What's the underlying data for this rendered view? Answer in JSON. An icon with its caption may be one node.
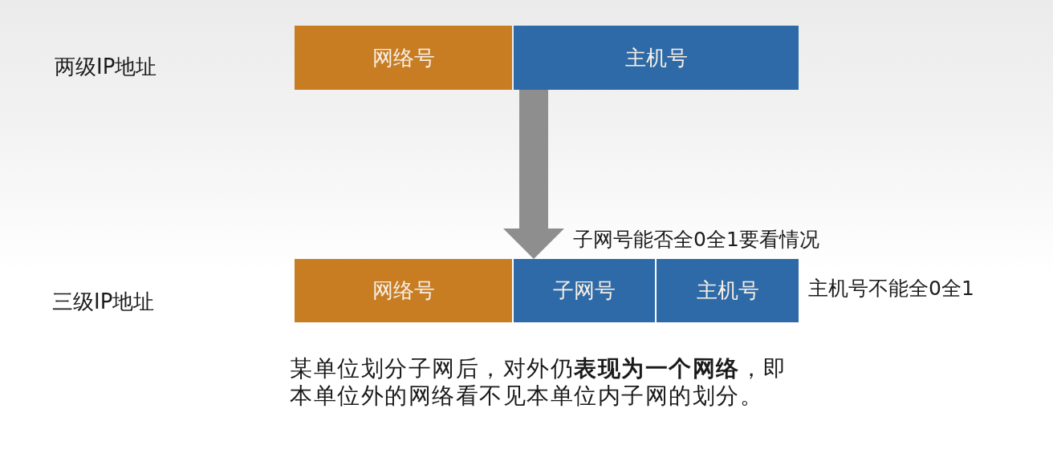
{
  "diagram": {
    "nodes": [
      {
        "text": [
          "网络号"
        ]
      },
      {
        "text": [
          "主机号"
        ]
      },
      {
        "text": [
          "网络号"
        ]
      },
      {
        "text": [
          "子网号"
        ],
        "beside": [
          "子网号能否全0全1要看情况"
        ]
      },
      {
        "text": [
          "主机号"
        ],
        "beside": [
          "主机号不能全0全1"
        ]
      }
    ],
    "edges": [
      {
        "from": 1,
        "to": 3,
        "arrow": "to"
      }
    ],
    "labels": [
      "两级IP地址",
      "三级IP地址",
      "某单位划分子网后，对外仍**表现为一个网络**，即本单位外的网络看不见本单位内子网的划分。"
    ]
  }
}
